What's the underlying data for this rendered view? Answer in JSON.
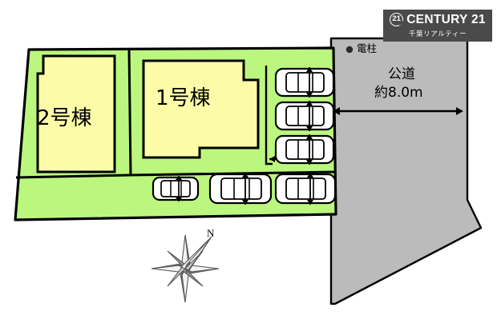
{
  "brand": {
    "seal_number": "21",
    "name": "CENTURY 21",
    "subtitle": "千葉リアルティー"
  },
  "plan": {
    "buildings": [
      {
        "id": "bldg-2",
        "label": "2号棟"
      },
      {
        "id": "bldg-1",
        "label": "1号棟"
      }
    ],
    "road": {
      "name": "公道",
      "width_label": "約8.0m"
    },
    "markers": [
      {
        "id": "utility-pole",
        "symbol": "●",
        "label": "電柱"
      }
    ],
    "compass": {
      "north_label": "N"
    },
    "parking_spaces": 6
  },
  "colors": {
    "lot_green": "#BBF77F",
    "building_yellow": "#FCFCA8",
    "road_gray": "#BBBBBB",
    "outline_black": "#000000",
    "brand_gray": "#4A4A4A",
    "car_white": "#FFFFFF"
  }
}
